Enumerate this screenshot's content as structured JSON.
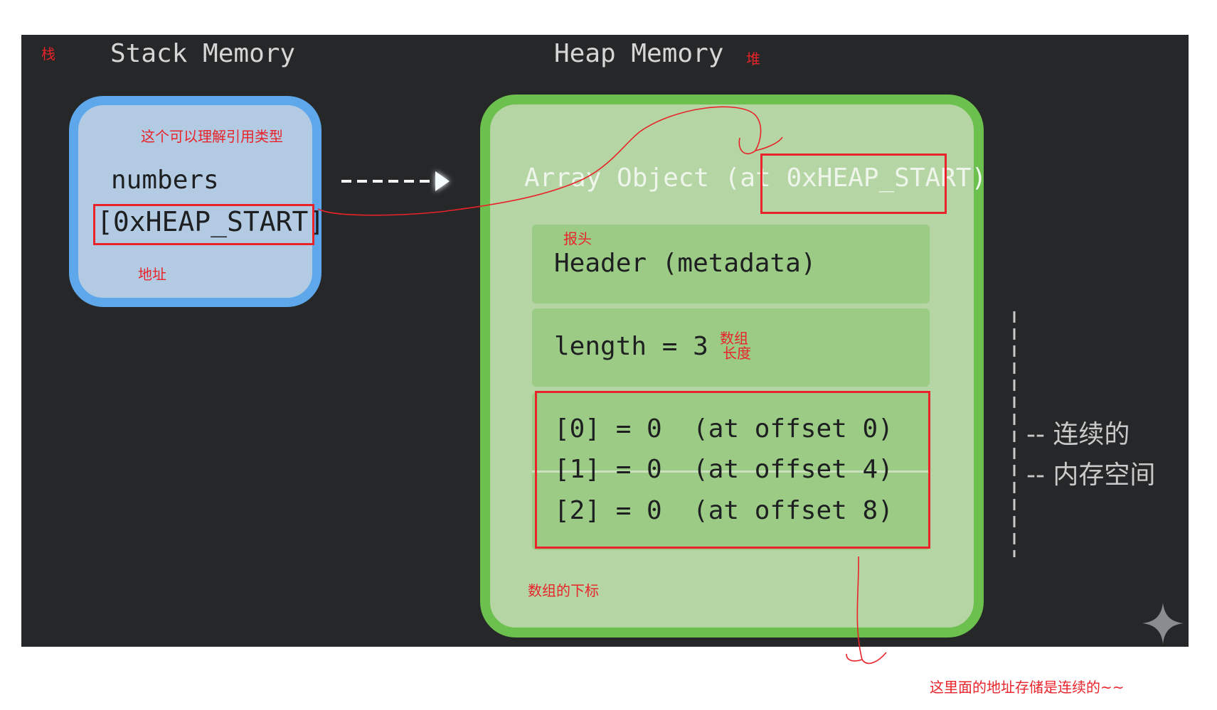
{
  "diagram": {
    "stack": {
      "title": "Stack Memory",
      "variable_name": "numbers",
      "address_value": "[0xHEAP_START]"
    },
    "heap": {
      "title": "Heap Memory",
      "array_object_title": "Array Object (at 0xHEAP_START)",
      "header_label": "Header (metadata)",
      "length_label": "length = 3",
      "elements": [
        {
          "text": "[0] = 0  (at offset 0)"
        },
        {
          "text": "[1] = 0  (at offset 4)"
        },
        {
          "text": "[2] = 0  (at offset 8)"
        }
      ]
    },
    "side_labels": [
      "-- 连续的",
      "-- 内存空间"
    ]
  },
  "annotations": {
    "stack_note": "栈",
    "heap_note": "堆",
    "reference_type_note": "这个可以理解引用类型",
    "address_note": "地址",
    "header_note": "报头",
    "length_note_line1": "数组",
    "length_note_line2": "长度",
    "index_note": "数组的下标",
    "contiguous_note": "这里面的地址存储是连续的~~"
  },
  "colors": {
    "background": "#262728",
    "stack_fill": "#b2cbe3",
    "stack_border": "#5ea7ea",
    "heap_fill": "#b5d5a4",
    "heap_border": "#6cc04e",
    "heap_row": "#9ccb86",
    "annotation_red": "#e8232a"
  },
  "icons": [
    "arrow-right-icon",
    "sparkle-icon"
  ]
}
